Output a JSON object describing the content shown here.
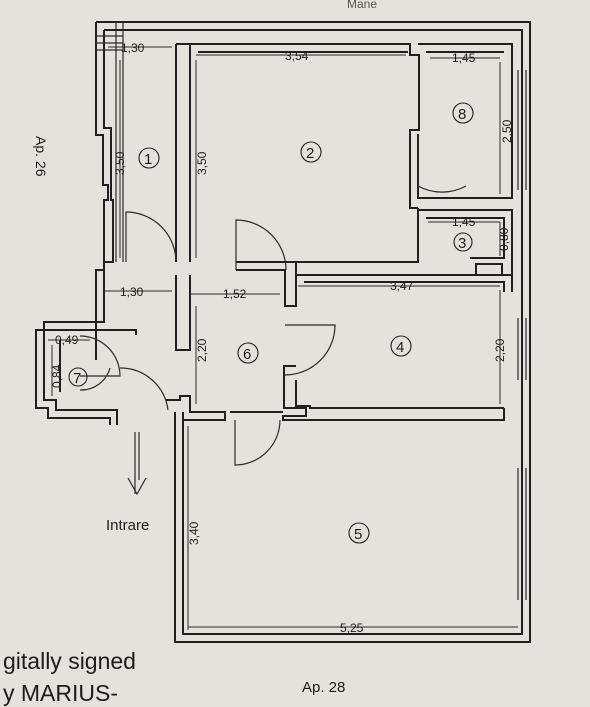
{
  "top_label": "Mane",
  "left_label": "Ap. 26",
  "bottom_label": "Ap. 28",
  "entrance_label": "Intrare",
  "signature_lines": [
    "gitally signed",
    "y MARIUS-"
  ],
  "dimensions": {
    "d1_30_top": "1,30",
    "d3_54": "3,54",
    "d1_45_top": "1,45",
    "d3_50_left": "3,50",
    "d3_50_mid": "3,50",
    "d2_50": "2,50",
    "d1_45_mid": "1,45",
    "d0_80": "0,80",
    "d1_30_mid": "1,30",
    "d1_52": "1,52",
    "d3_47": "3,47",
    "d0_49": "0,49",
    "d0_84": "0,84",
    "d2_20_mid": "2,20",
    "d2_20_right": "2,20",
    "d3_40": "3,40",
    "d5_25": "5,25"
  },
  "rooms": [
    "1",
    "2",
    "3",
    "4",
    "5",
    "6",
    "7",
    "8"
  ],
  "colors": {
    "background": "#e4e2dc",
    "ink": "#1f1f1f"
  }
}
